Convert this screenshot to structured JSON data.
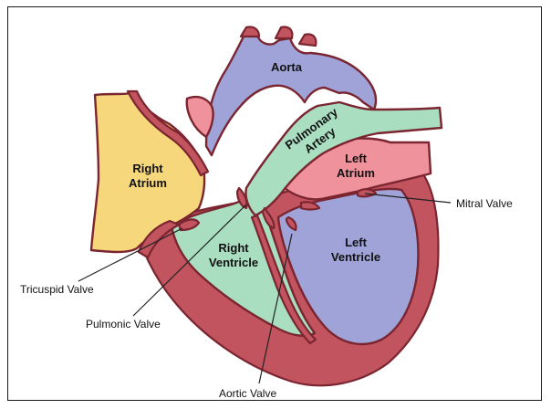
{
  "diagram": {
    "chambers": {
      "right_atrium": [
        "Right",
        "Atrium"
      ],
      "right_ventricle": [
        "Right",
        "Ventricle"
      ],
      "left_atrium": [
        "Left",
        "Atrium"
      ],
      "left_ventricle": [
        "Left",
        "Ventricle"
      ],
      "aorta": "Aorta",
      "pulmonary_artery": [
        "Pulmonary",
        "Artery"
      ]
    },
    "callouts": {
      "mitral_valve": "Mitral Valve",
      "tricuspid_valve": "Tricuspid Valve",
      "pulmonic_valve": "Pulmonic Valve",
      "aortic_valve": "Aortic Valve"
    },
    "colors": {
      "wall": "#c1545e",
      "outline": "#7a2530",
      "oxygenated_blue": "#9fa3d8",
      "pulmonary_green": "#a9dec1",
      "left_atrium_pink": "#ef929c",
      "right_atrium_yellow": "#f6d77c"
    }
  }
}
